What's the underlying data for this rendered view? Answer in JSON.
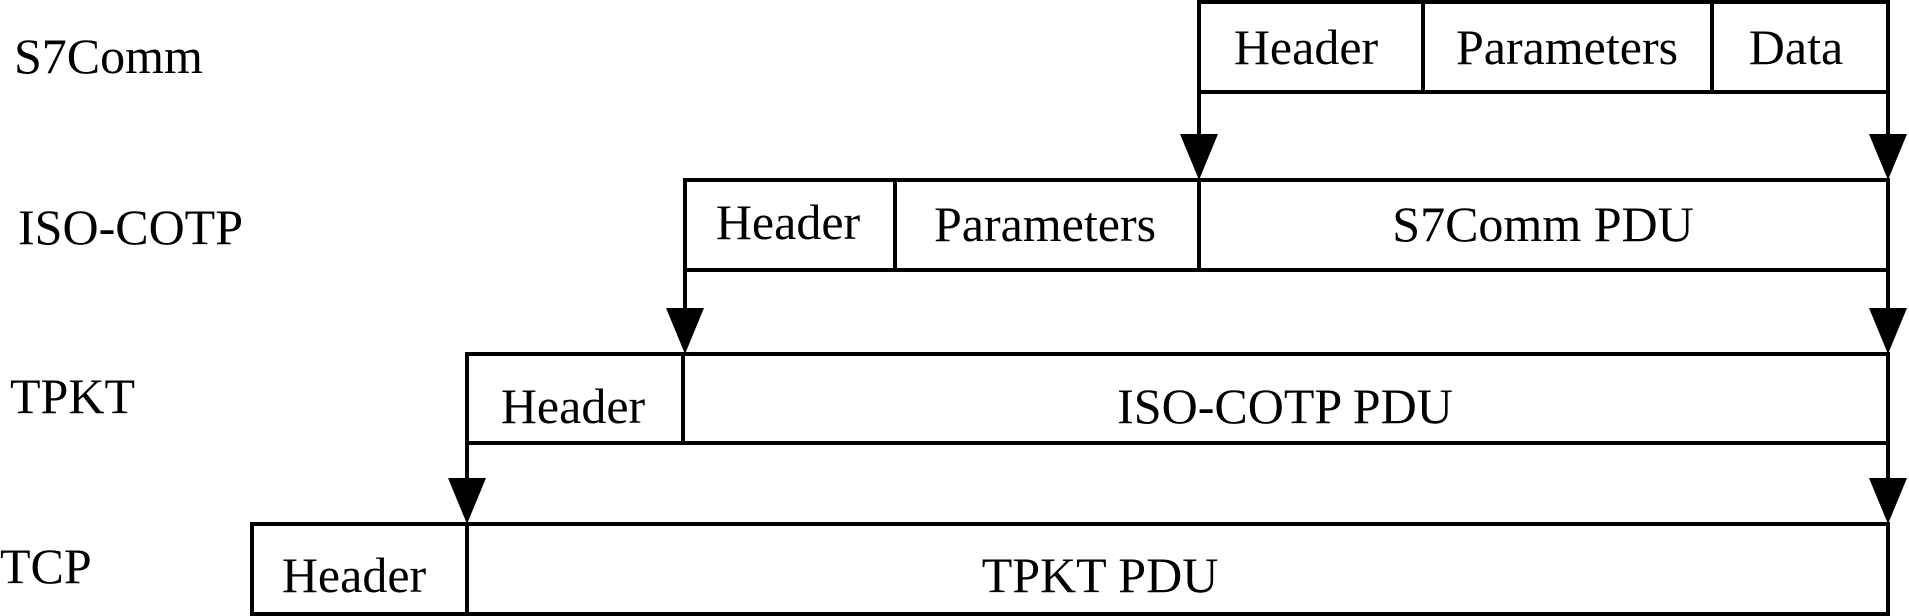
{
  "layers": [
    {
      "name": "S7Comm",
      "fields": [
        "Header",
        "Parameters",
        "Data"
      ]
    },
    {
      "name": "ISO-COTP",
      "fields": [
        "Header",
        "Parameters",
        "S7Comm PDU"
      ]
    },
    {
      "name": "TPKT",
      "fields": [
        "Header",
        "ISO-COTP PDU"
      ]
    },
    {
      "name": "TCP",
      "fields": [
        "Header",
        "TPKT PDU"
      ]
    }
  ]
}
